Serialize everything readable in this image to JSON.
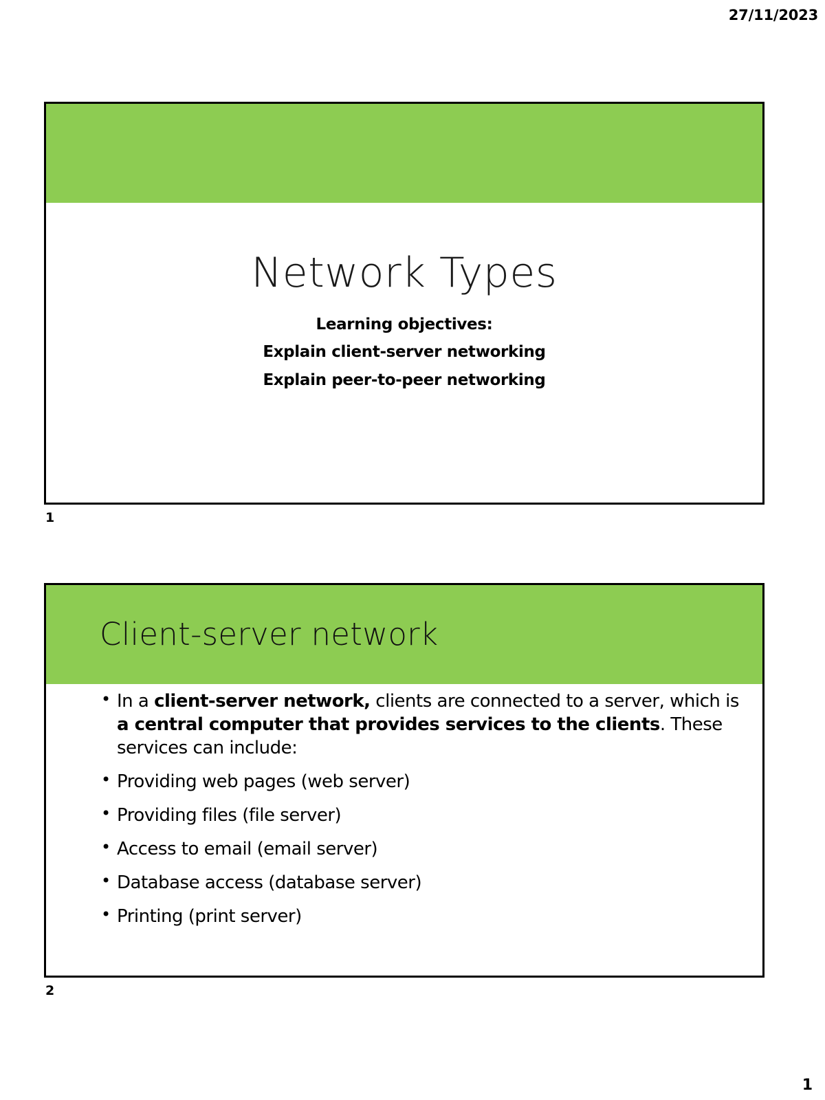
{
  "document": {
    "date": "27/11/2023",
    "page_number": "1"
  },
  "slides": [
    {
      "caption": "1",
      "title": "Network Types",
      "subtitle_lines": [
        "Learning objectives:",
        "Explain client-server networking",
        "Explain peer-to-peer networking"
      ]
    },
    {
      "caption": "2",
      "heading": "Client-server network",
      "bullets": [
        {
          "segments": [
            {
              "text": "In a ",
              "bold": false
            },
            {
              "text": "client-server network,",
              "bold": true
            },
            {
              "text": " clients are connected to a server, which is ",
              "bold": false
            },
            {
              "text": "a central computer that provides services to the clients",
              "bold": true
            },
            {
              "text": ". These services can include:",
              "bold": false
            }
          ]
        },
        {
          "segments": [
            {
              "text": "Providing web pages (web server)",
              "bold": false
            }
          ]
        },
        {
          "segments": [
            {
              "text": "Providing files (file server)",
              "bold": false
            }
          ]
        },
        {
          "segments": [
            {
              "text": "Access to email (email server)",
              "bold": false
            }
          ]
        },
        {
          "segments": [
            {
              "text": "Database access (database server)",
              "bold": false
            }
          ]
        },
        {
          "segments": [
            {
              "text": "Printing (print server)",
              "bold": false
            }
          ]
        }
      ]
    }
  ],
  "colors": {
    "accent_green": "#8DCC52",
    "slide_border": "#000000",
    "text": "#000000",
    "page_background": "#ffffff"
  }
}
